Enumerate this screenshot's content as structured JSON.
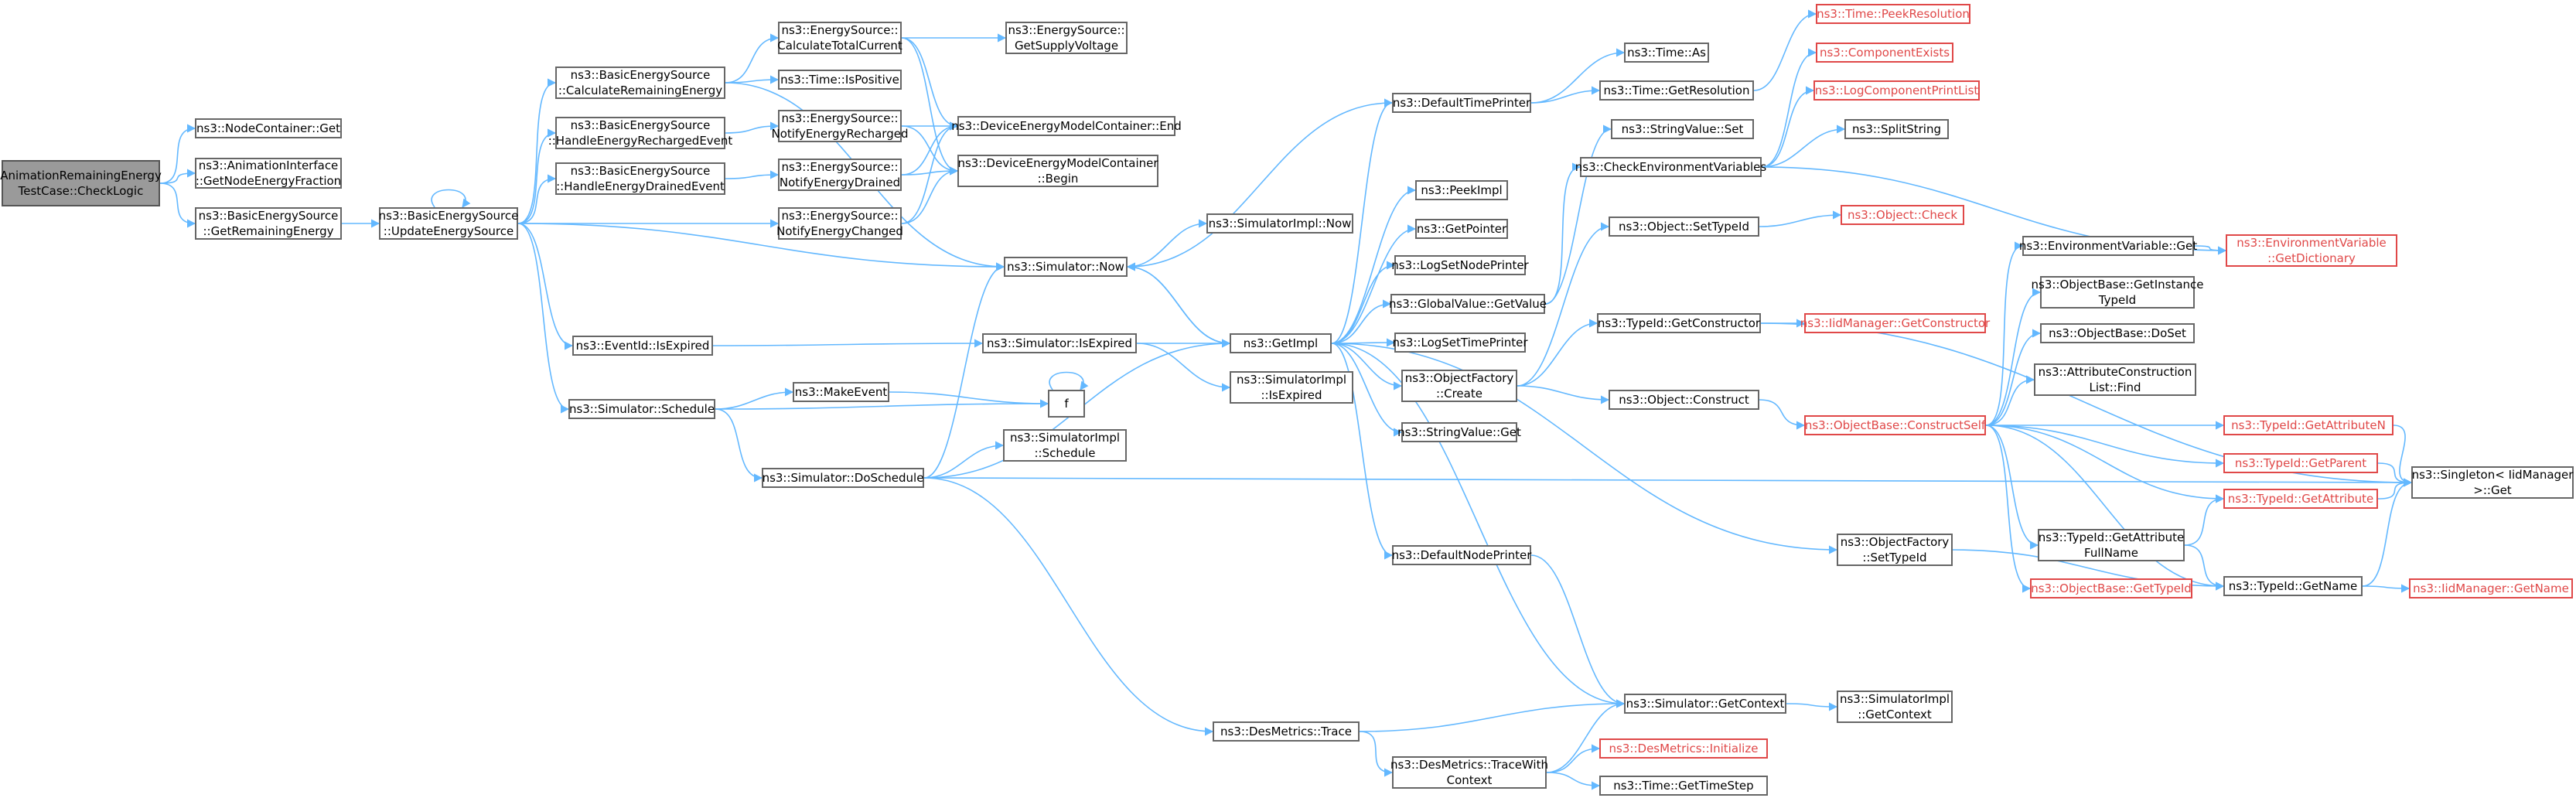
{
  "title": "AnimationRemainingEnergyTestCase::CheckLogic",
  "colors": {
    "edge": "#63b8ff",
    "node_border": "#666666",
    "root_fill": "#9a9a9a",
    "incomplete_border": "#e04848",
    "incomplete_text": "#e04848"
  },
  "nodes": {
    "root": {
      "lines": [
        "AnimationRemainingEnergy",
        "TestCase::CheckLogic"
      ],
      "style": "root"
    },
    "node_container_get": {
      "lines": [
        "ns3::NodeContainer::Get"
      ],
      "style": "normal"
    },
    "anim_get_node_energy_fraction": {
      "lines": [
        "ns3::AnimationInterface",
        "::GetNodeEnergyFraction"
      ],
      "style": "normal"
    },
    "bes_get_remaining_energy": {
      "lines": [
        "ns3::BasicEnergySource",
        "::GetRemainingEnergy"
      ],
      "style": "normal"
    },
    "bes_update_energy_source": {
      "lines": [
        "ns3::BasicEnergySource",
        "::UpdateEnergySource"
      ],
      "style": "normal"
    },
    "bes_calculate_remaining_energy": {
      "lines": [
        "ns3::BasicEnergySource",
        "::CalculateRemainingEnergy"
      ],
      "style": "normal"
    },
    "bes_handle_energy_recharged": {
      "lines": [
        "ns3::BasicEnergySource",
        "::HandleEnergyRechargedEvent"
      ],
      "style": "normal"
    },
    "bes_handle_energy_drained": {
      "lines": [
        "ns3::BasicEnergySource",
        "::HandleEnergyDrainedEvent"
      ],
      "style": "normal"
    },
    "es_calculate_total_current": {
      "lines": [
        "ns3::EnergySource::",
        "CalculateTotalCurrent"
      ],
      "style": "normal"
    },
    "time_is_positive": {
      "lines": [
        "ns3::Time::IsPositive"
      ],
      "style": "normal"
    },
    "es_notify_energy_recharged": {
      "lines": [
        "ns3::EnergySource::",
        "NotifyEnergyRecharged"
      ],
      "style": "normal"
    },
    "es_notify_energy_drained": {
      "lines": [
        "ns3::EnergySource::",
        "NotifyEnergyDrained"
      ],
      "style": "normal"
    },
    "es_notify_energy_changed": {
      "lines": [
        "ns3::EnergySource::",
        "NotifyEnergyChanged"
      ],
      "style": "normal"
    },
    "es_get_supply_voltage": {
      "lines": [
        "ns3::EnergySource::",
        "GetSupplyVoltage"
      ],
      "style": "normal"
    },
    "demc_end": {
      "lines": [
        "ns3::DeviceEnergyModelContainer::End"
      ],
      "style": "normal"
    },
    "demc_begin": {
      "lines": [
        "ns3::DeviceEnergyModelContainer",
        "::Begin"
      ],
      "style": "normal"
    },
    "simulator_now": {
      "lines": [
        "ns3::Simulator::Now"
      ],
      "style": "normal"
    },
    "simimpl_now": {
      "lines": [
        "ns3::SimulatorImpl::Now"
      ],
      "style": "normal"
    },
    "eventid_is_expired": {
      "lines": [
        "ns3::EventId::IsExpired"
      ],
      "style": "normal"
    },
    "simulator_is_expired": {
      "lines": [
        "ns3::Simulator::IsExpired"
      ],
      "style": "normal"
    },
    "simulator_schedule": {
      "lines": [
        "ns3::Simulator::Schedule"
      ],
      "style": "normal"
    },
    "make_event": {
      "lines": [
        "ns3::MakeEvent"
      ],
      "style": "normal"
    },
    "f": {
      "lines": [
        "f"
      ],
      "style": "normal"
    },
    "simulator_do_schedule": {
      "lines": [
        "ns3::Simulator::DoSchedule"
      ],
      "style": "normal"
    },
    "simimpl_schedule": {
      "lines": [
        "ns3::SimulatorImpl",
        "::Schedule"
      ],
      "style": "normal"
    },
    "simimpl_is_expired": {
      "lines": [
        "ns3::SimulatorImpl",
        "::IsExpired"
      ],
      "style": "normal"
    },
    "get_impl": {
      "lines": [
        "ns3::GetImpl"
      ],
      "style": "normal"
    },
    "des_metrics_trace": {
      "lines": [
        "ns3::DesMetrics::Trace"
      ],
      "style": "normal"
    },
    "default_time_printer": {
      "lines": [
        "ns3::DefaultTimePrinter"
      ],
      "style": "normal"
    },
    "peek_impl": {
      "lines": [
        "ns3::PeekImpl"
      ],
      "style": "normal"
    },
    "get_pointer": {
      "lines": [
        "ns3::GetPointer"
      ],
      "style": "normal"
    },
    "log_set_node_printer": {
      "lines": [
        "ns3::LogSetNodePrinter"
      ],
      "style": "normal"
    },
    "global_value_get_value": {
      "lines": [
        "ns3::GlobalValue::GetValue"
      ],
      "style": "normal"
    },
    "log_set_time_printer": {
      "lines": [
        "ns3::LogSetTimePrinter"
      ],
      "style": "normal"
    },
    "object_factory_create": {
      "lines": [
        "ns3::ObjectFactory",
        "::Create"
      ],
      "style": "normal"
    },
    "string_value_get": {
      "lines": [
        "ns3::StringValue::Get"
      ],
      "style": "normal"
    },
    "default_node_printer": {
      "lines": [
        "ns3::DefaultNodePrinter"
      ],
      "style": "normal"
    },
    "simulator_get_context": {
      "lines": [
        "ns3::Simulator::GetContext"
      ],
      "style": "normal"
    },
    "des_metrics_trace_with_context": {
      "lines": [
        "ns3::DesMetrics::TraceWith",
        "Context"
      ],
      "style": "normal"
    },
    "time_as": {
      "lines": [
        "ns3::Time::As"
      ],
      "style": "normal"
    },
    "time_get_resolution": {
      "lines": [
        "ns3::Time::GetResolution"
      ],
      "style": "normal"
    },
    "string_value_set": {
      "lines": [
        "ns3::StringValue::Set"
      ],
      "style": "normal"
    },
    "check_environment_variables": {
      "lines": [
        "ns3::CheckEnvironmentVariables"
      ],
      "style": "normal"
    },
    "object_set_type_id": {
      "lines": [
        "ns3::Object::SetTypeId"
      ],
      "style": "normal"
    },
    "type_id_get_constructor": {
      "lines": [
        "ns3::TypeId::GetConstructor"
      ],
      "style": "normal"
    },
    "object_construct": {
      "lines": [
        "ns3::Object::Construct"
      ],
      "style": "normal"
    },
    "object_factory_set_type_id": {
      "lines": [
        "ns3::ObjectFactory",
        "::SetTypeId"
      ],
      "style": "normal"
    },
    "simimpl_get_context": {
      "lines": [
        "ns3::SimulatorImpl",
        "::GetContext"
      ],
      "style": "normal"
    },
    "des_metrics_initialize": {
      "lines": [
        "ns3::DesMetrics::Initialize"
      ],
      "style": "red"
    },
    "time_get_time_step": {
      "lines": [
        "ns3::Time::GetTimeStep"
      ],
      "style": "normal"
    },
    "time_peek_resolution": {
      "lines": [
        "ns3::Time::PeekResolution"
      ],
      "style": "red"
    },
    "component_exists": {
      "lines": [
        "ns3::ComponentExists"
      ],
      "style": "red"
    },
    "log_component_print_list": {
      "lines": [
        "ns3::LogComponentPrintList"
      ],
      "style": "red"
    },
    "split_string": {
      "lines": [
        "ns3::SplitString"
      ],
      "style": "normal"
    },
    "object_check": {
      "lines": [
        "ns3::Object::Check"
      ],
      "style": "red"
    },
    "iid_manager_get_constructor": {
      "lines": [
        "ns3::IidManager::GetConstructor"
      ],
      "style": "red"
    },
    "object_base_construct_self": {
      "lines": [
        "ns3::ObjectBase::ConstructSelf"
      ],
      "style": "red"
    },
    "environment_variable_get": {
      "lines": [
        "ns3::EnvironmentVariable::Get"
      ],
      "style": "normal"
    },
    "object_base_get_instance_type_id": {
      "lines": [
        "ns3::ObjectBase::GetInstance",
        "TypeId"
      ],
      "style": "normal"
    },
    "object_base_do_set": {
      "lines": [
        "ns3::ObjectBase::DoSet"
      ],
      "style": "normal"
    },
    "attribute_construction_list_find": {
      "lines": [
        "ns3::AttributeConstruction",
        "List::Find"
      ],
      "style": "normal"
    },
    "type_id_get_attribute_n": {
      "lines": [
        "ns3::TypeId::GetAttributeN"
      ],
      "style": "red"
    },
    "type_id_get_parent": {
      "lines": [
        "ns3::TypeId::GetParent"
      ],
      "style": "red"
    },
    "type_id_get_attribute": {
      "lines": [
        "ns3::TypeId::GetAttribute"
      ],
      "style": "red"
    },
    "type_id_get_attribute_full_name": {
      "lines": [
        "ns3::TypeId::GetAttribute",
        "FullName"
      ],
      "style": "normal"
    },
    "object_base_get_type_id": {
      "lines": [
        "ns3::ObjectBase::GetTypeId"
      ],
      "style": "red"
    },
    "type_id_get_name": {
      "lines": [
        "ns3::TypeId::GetName"
      ],
      "style": "normal"
    },
    "environment_variable_get_dictionary": {
      "lines": [
        "ns3::EnvironmentVariable",
        "::GetDictionary"
      ],
      "style": "red"
    },
    "singleton_iid_manager_get": {
      "lines": [
        "ns3::Singleton< IidManager",
        ">::Get"
      ],
      "style": "normal"
    },
    "iid_manager_get_name": {
      "lines": [
        "ns3::IidManager::GetName"
      ],
      "style": "red"
    }
  },
  "edges": [
    [
      "root",
      "node_container_get"
    ],
    [
      "root",
      "anim_get_node_energy_fraction"
    ],
    [
      "root",
      "bes_get_remaining_energy"
    ],
    [
      "bes_get_remaining_energy",
      "bes_update_energy_source"
    ],
    [
      "bes_update_energy_source",
      "bes_update_energy_source"
    ],
    [
      "bes_update_energy_source",
      "bes_calculate_remaining_energy"
    ],
    [
      "bes_update_energy_source",
      "bes_handle_energy_recharged"
    ],
    [
      "bes_update_energy_source",
      "bes_handle_energy_drained"
    ],
    [
      "bes_update_energy_source",
      "es_notify_energy_changed"
    ],
    [
      "bes_update_energy_source",
      "simulator_now"
    ],
    [
      "bes_update_energy_source",
      "eventid_is_expired"
    ],
    [
      "bes_update_energy_source",
      "simulator_schedule"
    ],
    [
      "bes_calculate_remaining_energy",
      "es_calculate_total_current"
    ],
    [
      "bes_calculate_remaining_energy",
      "time_is_positive"
    ],
    [
      "bes_calculate_remaining_energy",
      "simulator_now"
    ],
    [
      "bes_handle_energy_recharged",
      "es_notify_energy_recharged"
    ],
    [
      "bes_handle_energy_drained",
      "es_notify_energy_drained"
    ],
    [
      "es_calculate_total_current",
      "es_get_supply_voltage"
    ],
    [
      "es_calculate_total_current",
      "demc_end"
    ],
    [
      "es_calculate_total_current",
      "demc_begin"
    ],
    [
      "es_notify_energy_recharged",
      "demc_end"
    ],
    [
      "es_notify_energy_recharged",
      "demc_begin"
    ],
    [
      "es_notify_energy_drained",
      "demc_end"
    ],
    [
      "es_notify_energy_drained",
      "demc_begin"
    ],
    [
      "es_notify_energy_changed",
      "demc_end"
    ],
    [
      "es_notify_energy_changed",
      "demc_begin"
    ],
    [
      "simulator_now",
      "simimpl_now"
    ],
    [
      "simulator_now",
      "get_impl"
    ],
    [
      "eventid_is_expired",
      "simulator_is_expired"
    ],
    [
      "simulator_is_expired",
      "get_impl"
    ],
    [
      "simulator_is_expired",
      "simimpl_is_expired"
    ],
    [
      "simulator_schedule",
      "make_event"
    ],
    [
      "simulator_schedule",
      "f"
    ],
    [
      "simulator_schedule",
      "simulator_do_schedule"
    ],
    [
      "make_event",
      "f"
    ],
    [
      "f",
      "f"
    ],
    [
      "simulator_do_schedule",
      "simulator_now"
    ],
    [
      "simulator_do_schedule",
      "simimpl_schedule"
    ],
    [
      "simulator_do_schedule",
      "get_impl"
    ],
    [
      "simulator_do_schedule",
      "des_metrics_trace"
    ],
    [
      "simulator_do_schedule",
      "singleton_iid_manager_get"
    ],
    [
      "get_impl",
      "simulator_now"
    ],
    [
      "get_impl",
      "default_time_printer"
    ],
    [
      "get_impl",
      "peek_impl"
    ],
    [
      "get_impl",
      "get_pointer"
    ],
    [
      "get_impl",
      "log_set_node_printer"
    ],
    [
      "get_impl",
      "global_value_get_value"
    ],
    [
      "get_impl",
      "log_set_time_printer"
    ],
    [
      "get_impl",
      "object_factory_create"
    ],
    [
      "get_impl",
      "string_value_get"
    ],
    [
      "get_impl",
      "default_node_printer"
    ],
    [
      "get_impl",
      "simulator_get_context"
    ],
    [
      "get_impl",
      "object_factory_set_type_id"
    ],
    [
      "global_value_get_value",
      "string_value_set"
    ],
    [
      "global_value_get_value",
      "check_environment_variables"
    ],
    [
      "default_time_printer",
      "time_as"
    ],
    [
      "default_time_printer",
      "time_get_resolution"
    ],
    [
      "default_time_printer",
      "simulator_now"
    ],
    [
      "time_get_resolution",
      "time_peek_resolution"
    ],
    [
      "check_environment_variables",
      "component_exists"
    ],
    [
      "check_environment_variables",
      "log_component_print_list"
    ],
    [
      "check_environment_variables",
      "split_string"
    ],
    [
      "check_environment_variables",
      "environment_variable_get_dictionary"
    ],
    [
      "object_factory_create",
      "object_set_type_id"
    ],
    [
      "object_factory_create",
      "type_id_get_constructor"
    ],
    [
      "object_factory_create",
      "object_construct"
    ],
    [
      "object_set_type_id",
      "object_check"
    ],
    [
      "type_id_get_constructor",
      "iid_manager_get_constructor"
    ],
    [
      "type_id_get_constructor",
      "singleton_iid_manager_get"
    ],
    [
      "object_construct",
      "object_base_construct_self"
    ],
    [
      "object_base_construct_self",
      "environment_variable_get"
    ],
    [
      "object_base_construct_self",
      "object_base_get_instance_type_id"
    ],
    [
      "object_base_construct_self",
      "object_base_do_set"
    ],
    [
      "object_base_construct_self",
      "attribute_construction_list_find"
    ],
    [
      "object_base_construct_self",
      "type_id_get_attribute_n"
    ],
    [
      "object_base_construct_self",
      "type_id_get_parent"
    ],
    [
      "object_base_construct_self",
      "type_id_get_attribute"
    ],
    [
      "object_base_construct_self",
      "type_id_get_attribute_full_name"
    ],
    [
      "object_base_construct_self",
      "object_base_get_type_id"
    ],
    [
      "object_base_construct_self",
      "type_id_get_name"
    ],
    [
      "environment_variable_get",
      "environment_variable_get_dictionary"
    ],
    [
      "type_id_get_attribute_n",
      "singleton_iid_manager_get"
    ],
    [
      "type_id_get_parent",
      "singleton_iid_manager_get"
    ],
    [
      "type_id_get_attribute",
      "singleton_iid_manager_get"
    ],
    [
      "type_id_get_attribute_full_name",
      "type_id_get_attribute"
    ],
    [
      "type_id_get_attribute_full_name",
      "type_id_get_name"
    ],
    [
      "type_id_get_name",
      "singleton_iid_manager_get"
    ],
    [
      "type_id_get_name",
      "iid_manager_get_name"
    ],
    [
      "object_factory_set_type_id",
      "type_id_get_name"
    ],
    [
      "default_node_printer",
      "simulator_get_context"
    ],
    [
      "des_metrics_trace",
      "simulator_get_context"
    ],
    [
      "des_metrics_trace",
      "des_metrics_trace_with_context"
    ],
    [
      "des_metrics_trace_with_context",
      "simulator_get_context"
    ],
    [
      "des_metrics_trace_with_context",
      "des_metrics_initialize"
    ],
    [
      "des_metrics_trace_with_context",
      "time_get_time_step"
    ],
    [
      "simulator_get_context",
      "simimpl_get_context"
    ]
  ]
}
